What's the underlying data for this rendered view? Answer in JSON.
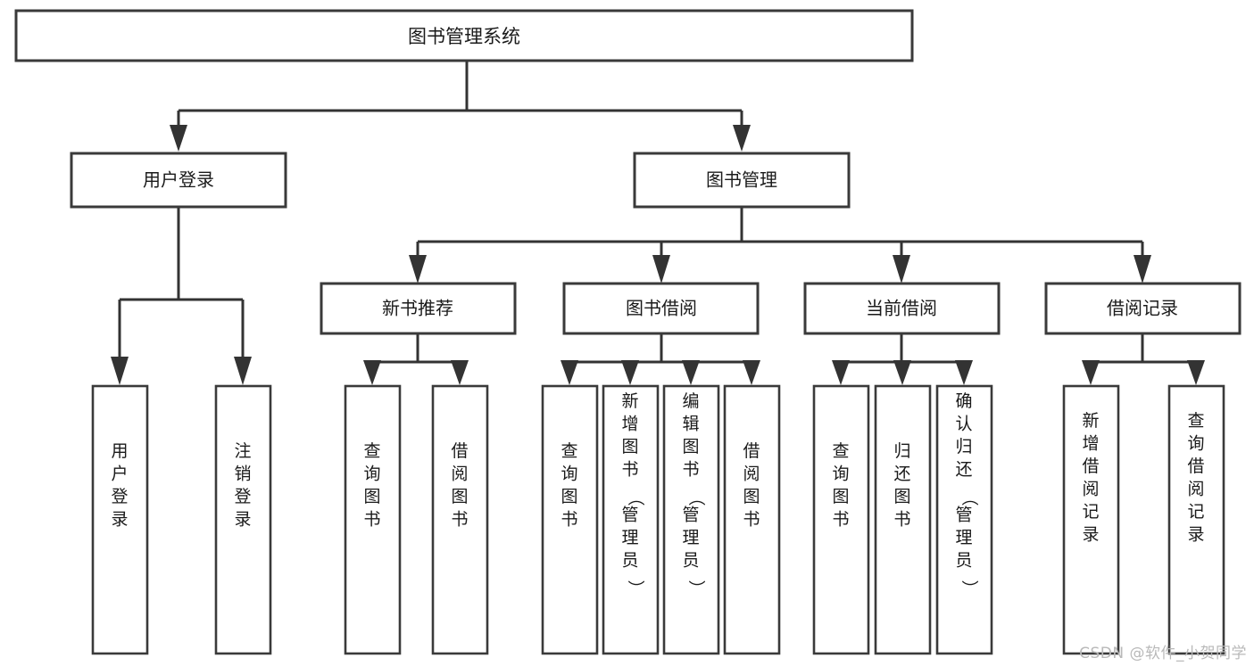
{
  "diagram": {
    "title": "图书管理系统",
    "type": "tree-hierarchy-chart",
    "root": {
      "id": "root",
      "label": "图书管理系统"
    },
    "level1": [
      {
        "id": "user-login",
        "label": "用户登录"
      },
      {
        "id": "book-management",
        "label": "图书管理"
      }
    ],
    "level2": [
      {
        "id": "new-book-recommend",
        "label": "新书推荐",
        "parent": "book-management"
      },
      {
        "id": "book-borrow",
        "label": "图书借阅",
        "parent": "book-management"
      },
      {
        "id": "current-borrow",
        "label": "当前借阅",
        "parent": "book-management"
      },
      {
        "id": "borrow-record",
        "label": "借阅记录",
        "parent": "book-management"
      }
    ],
    "leaves": [
      {
        "id": "leaf-user-login",
        "label": "用户登录",
        "parent": "user-login"
      },
      {
        "id": "leaf-user-logout",
        "label": "注销登录",
        "parent": "user-login"
      },
      {
        "id": "leaf-query-book-1",
        "label": "查询图书",
        "parent": "new-book-recommend"
      },
      {
        "id": "leaf-borrow-book-1",
        "label": "借阅图书",
        "parent": "new-book-recommend"
      },
      {
        "id": "leaf-query-book-2",
        "label": "查询图书",
        "parent": "book-borrow"
      },
      {
        "id": "leaf-add-book",
        "label": "新增图书（管理员）",
        "parent": "book-borrow"
      },
      {
        "id": "leaf-edit-book",
        "label": "编辑图书（管理员）",
        "parent": "book-borrow"
      },
      {
        "id": "leaf-borrow-book-2",
        "label": "借阅图书",
        "parent": "book-borrow"
      },
      {
        "id": "leaf-query-book-3",
        "label": "查询图书",
        "parent": "current-borrow"
      },
      {
        "id": "leaf-return-book",
        "label": "归还图书",
        "parent": "current-borrow"
      },
      {
        "id": "leaf-confirm-return",
        "label": "确认归还（管理员）",
        "parent": "current-borrow"
      },
      {
        "id": "leaf-add-record",
        "label": "新增借阅记录",
        "parent": "borrow-record"
      },
      {
        "id": "leaf-query-record",
        "label": "查询借阅记录",
        "parent": "borrow-record"
      }
    ],
    "watermark": "CSDN @软件_小贺同学",
    "colors": {
      "background": "#ffffff",
      "box_fill": "#ffffff",
      "box_stroke": "#3a3a3a",
      "connector": "#333333",
      "text": "#1a1a1a",
      "watermark": "#b9b9b9"
    }
  }
}
